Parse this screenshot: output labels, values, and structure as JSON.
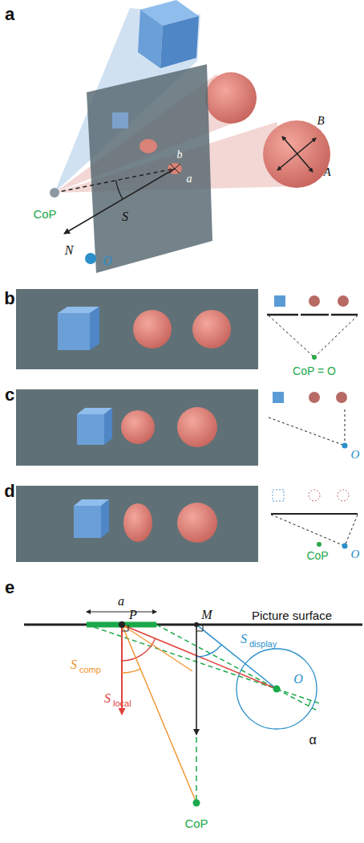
{
  "diagram": {
    "labels": [
      "a",
      "B",
      "A",
      "b",
      "a",
      "S",
      "CoP",
      "N",
      "O",
      "b",
      "CoP = O",
      "c",
      "O",
      "d",
      "CoP",
      "O",
      "e",
      "a",
      "P",
      "M",
      "Picture surface",
      "S",
      "comp",
      "S",
      "local",
      "S",
      "display",
      "O",
      "α",
      "CoP"
    ]
  }
}
